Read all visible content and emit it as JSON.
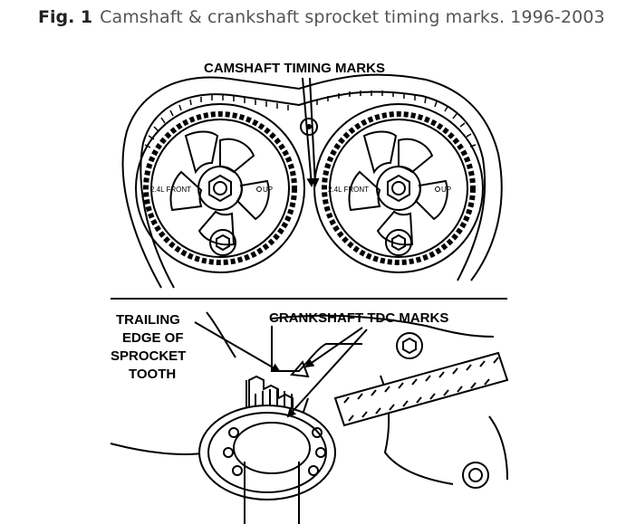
{
  "caption": {
    "fig_label": "Fig. 1",
    "text": "Camshaft & crankshaft sprocket timing marks. 1996-2003"
  },
  "labels": {
    "camshaft_marks": "CAMSHAFT TIMING MARKS",
    "crankshaft_marks": "CRANKSHAFT TDC MARKS",
    "trailing_line1": "TRAILING",
    "trailing_line2": "EDGE OF",
    "trailing_line3": "SPROCKET",
    "trailing_line4": "TOOTH"
  },
  "sprockets": {
    "left_front_text": "2.4L FRONT",
    "left_up_text": "UP",
    "right_front_text": "2.4L FRONT",
    "right_up_text": "UP"
  }
}
